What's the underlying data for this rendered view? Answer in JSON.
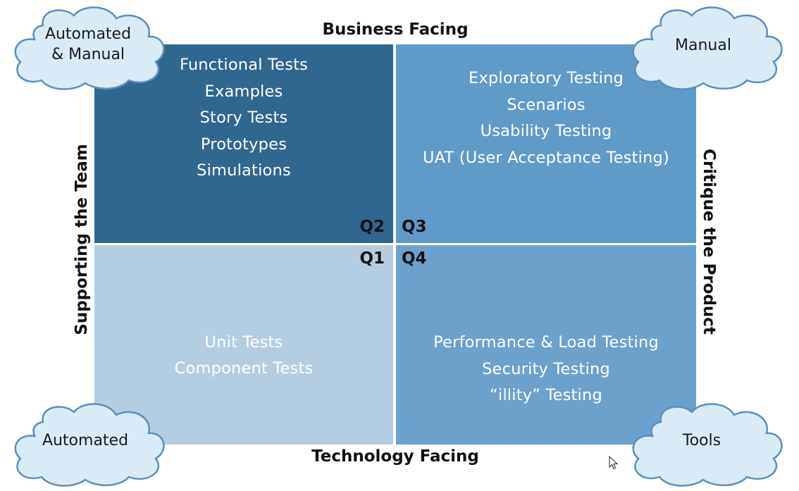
{
  "axes": {
    "top": "Business Facing",
    "bottom": "Technology Facing",
    "left": "Supporting the Team",
    "right": "Critique the Product"
  },
  "quadrants": {
    "q2": {
      "label": "Q2",
      "color": "#2e6790",
      "items": [
        "Functional Tests",
        "Examples",
        "Story Tests",
        "Prototypes",
        "Simulations"
      ]
    },
    "q3": {
      "label": "Q3",
      "color": "#5f9bc9",
      "items": [
        "Exploratory Testing",
        "Scenarios",
        "Usability Testing",
        "UAT (User Acceptance Testing)"
      ]
    },
    "q1": {
      "label": "Q1",
      "color": "#b5cde0",
      "items": [
        "Unit Tests",
        "Component Tests"
      ]
    },
    "q4": {
      "label": "Q4",
      "color": "#6aa2cd",
      "items": [
        "Performance & Load Testing",
        "Security Testing",
        "“illity” Testing"
      ]
    }
  },
  "clouds": {
    "top_left": [
      "Automated",
      "& Manual"
    ],
    "top_right": [
      "Manual"
    ],
    "bottom_left": [
      "Automated"
    ],
    "bottom_right": [
      "Tools"
    ]
  },
  "colors": {
    "cloud_fill": "#d9ebf7",
    "cloud_stroke": "#5a8fbf"
  }
}
